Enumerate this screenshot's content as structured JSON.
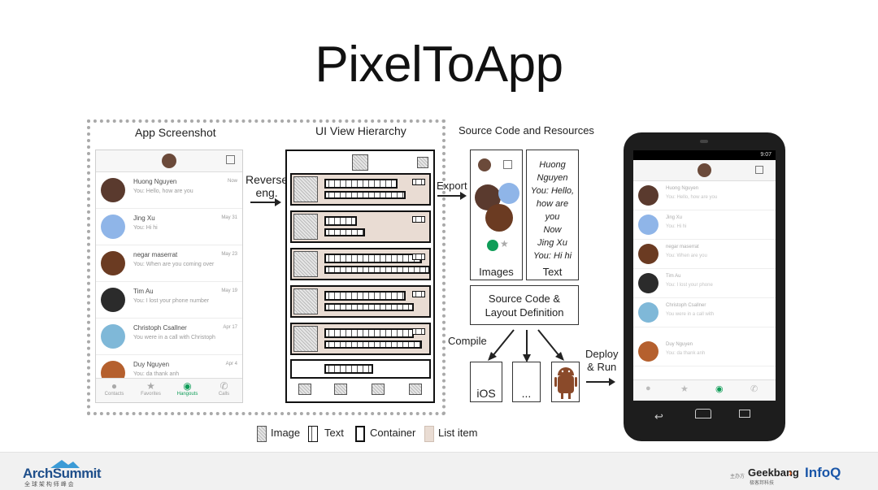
{
  "title": "PixelToApp",
  "stages": {
    "app_screenshot": "App Screenshot",
    "ui_view_hierarchy": "UI View Hierarchy",
    "source_code_resources": "Source Code and Resources"
  },
  "arrows": {
    "reverse_eng": [
      "Reverse",
      "eng."
    ],
    "export": "Export",
    "compile": "Compile",
    "deploy_run": [
      "Deploy",
      "& Run"
    ]
  },
  "resources": {
    "images_label": "Images",
    "text_label": "Text",
    "text_items": [
      "Huong",
      "Nguyen",
      "You: Hello,",
      "how are",
      "you",
      "Now",
      "Jing Xu",
      "You: Hi hi"
    ],
    "source_code_box": [
      "Source Code &",
      "Layout Definition"
    ],
    "targets": [
      "iOS",
      "..."
    ]
  },
  "app_screenshot": {
    "contacts": [
      {
        "name": "Huong Nguyen",
        "message": "You: Hello, how are you",
        "date": "Now",
        "color": "#5a3a2e"
      },
      {
        "name": "Jing Xu",
        "message": "You: Hi hi",
        "date": "May 31",
        "color": "#8fb5e8"
      },
      {
        "name": "negar maserrat",
        "message": "You: When are you coming over",
        "date": "May 23",
        "color": "#6b3b22"
      },
      {
        "name": "Tim Au",
        "message": "You: I lost your phone number",
        "date": "May 19",
        "color": "#2b2b2b"
      },
      {
        "name": "Christoph Csallner",
        "message": "You were in a call with Christoph",
        "date": "Apr 17",
        "color": "#7fb8d8"
      },
      {
        "name": "Duy Nguyen",
        "message": "You: da thank anh",
        "date": "Apr 4",
        "color": "#b5602e"
      }
    ],
    "nav": [
      "Contacts",
      "Favorites",
      "Hangouts",
      "Calls"
    ]
  },
  "phone": {
    "status_time": "9:07",
    "contacts": [
      {
        "name": "Huong Nguyen",
        "message": "You: Hello, how are you",
        "color": "#5a3a2e"
      },
      {
        "name": "Jing Xu",
        "message": "You: Hi hi",
        "color": "#8fb5e8"
      },
      {
        "name": "negar maserrat",
        "message": "You: When are you",
        "color": "#6b3b22"
      },
      {
        "name": "Tim Au",
        "message": "You: I lost your phone",
        "color": "#2b2b2b"
      },
      {
        "name": "Christoph Csallner",
        "message": "You were in a call with",
        "color": "#7fb8d8"
      },
      {
        "name": "Duy Nguyen",
        "message": "You: da thank anh",
        "color": "#b5602e"
      }
    ]
  },
  "legend": {
    "image": "Image",
    "text": "Text",
    "container": "Container",
    "list_item": "List item"
  },
  "footer": {
    "left_logo": "ArchSummit",
    "left_sub": "全 球 架 构 师 峰 会",
    "right_sub": "主办方",
    "geekbang": "Geekbang",
    "geekbang_sub": "极客邦科技",
    "infoq": "InfoQ"
  },
  "colors": {
    "hangouts_green": "#0f9d58",
    "infoq_blue": "#1a56a8",
    "archsummit_blue": "#1f4f8b"
  }
}
